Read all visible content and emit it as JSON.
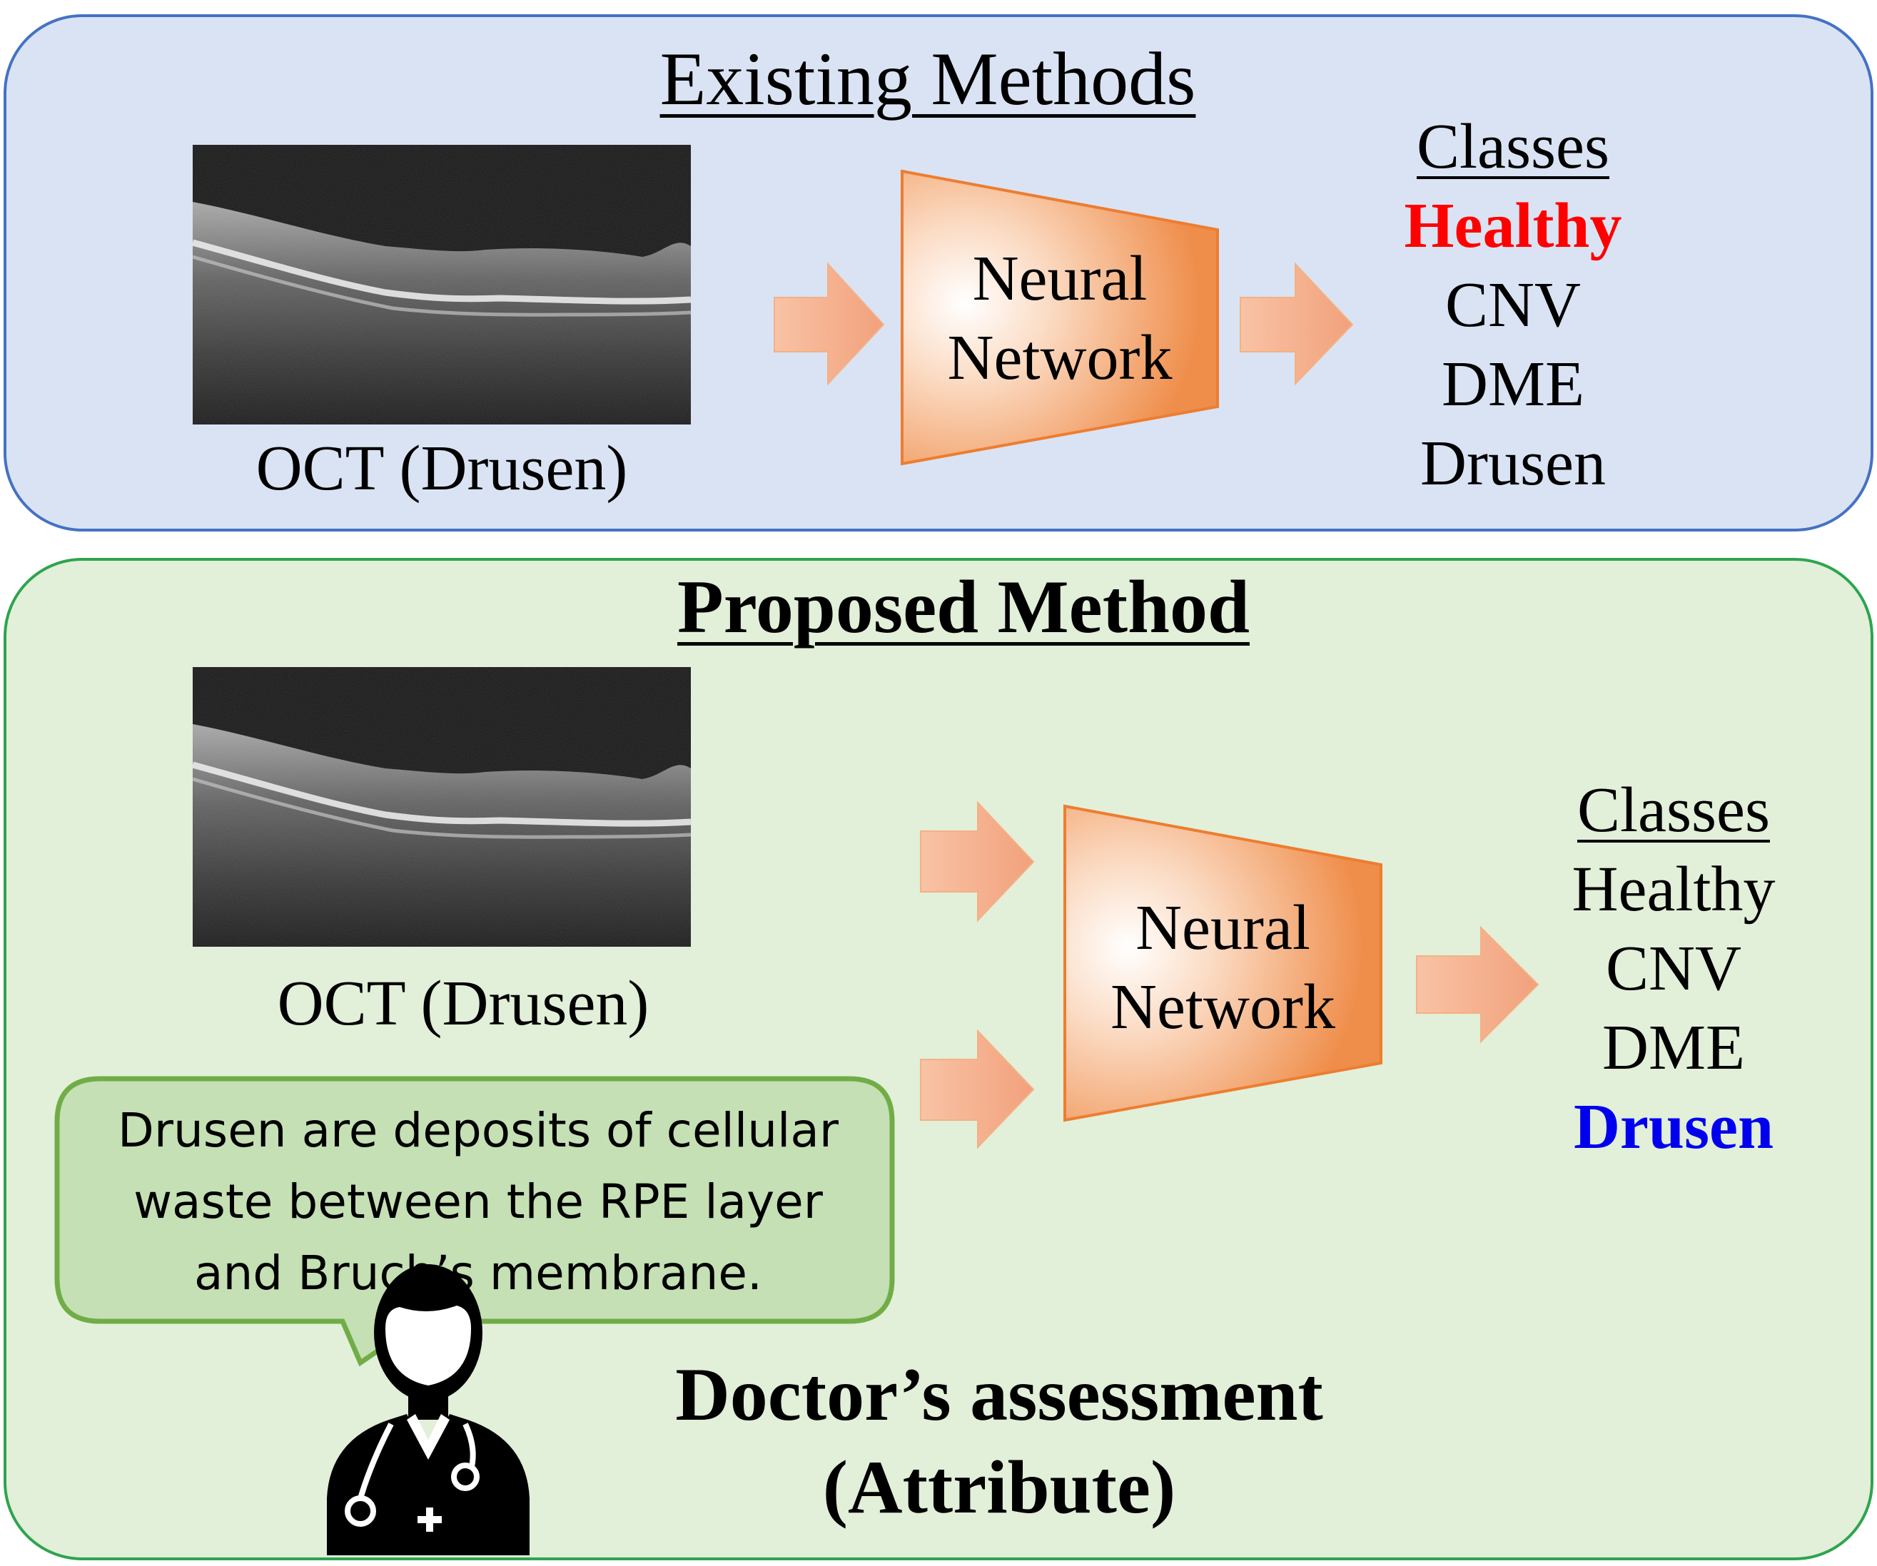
{
  "existing": {
    "title": "Existing Methods",
    "image_caption": "OCT (Drusen)",
    "network_line1": "Neural",
    "network_line2": "Network",
    "classes_header": "Classes",
    "classes": [
      "Healthy",
      "CNV",
      "DME",
      "Drusen"
    ],
    "predicted_class_color": "#ff0000"
  },
  "proposed": {
    "title": "Proposed Method",
    "image_caption": "OCT (Drusen)",
    "network_line1": "Neural",
    "network_line2": "Network",
    "classes_header": "Classes",
    "classes": [
      "Healthy",
      "CNV",
      "DME",
      "Drusen"
    ],
    "predicted_class_color": "#0000ee",
    "bubble_line1": "Drusen are deposits of cellular",
    "bubble_line2": "waste between the RPE layer",
    "bubble_line3": "and Bruch’s membrane.",
    "doctor_line1": "Doctor’s assessment",
    "doctor_line2": "(Attribute)"
  },
  "colors": {
    "existing_panel": "#dae3f3",
    "proposed_panel": "#e2efd9",
    "network_orange": "#ed7d31",
    "arrow_fill": "#f4b183"
  },
  "icons": [
    "oct-scan-image",
    "arrow-right-icon",
    "doctor-icon",
    "speech-bubble"
  ]
}
